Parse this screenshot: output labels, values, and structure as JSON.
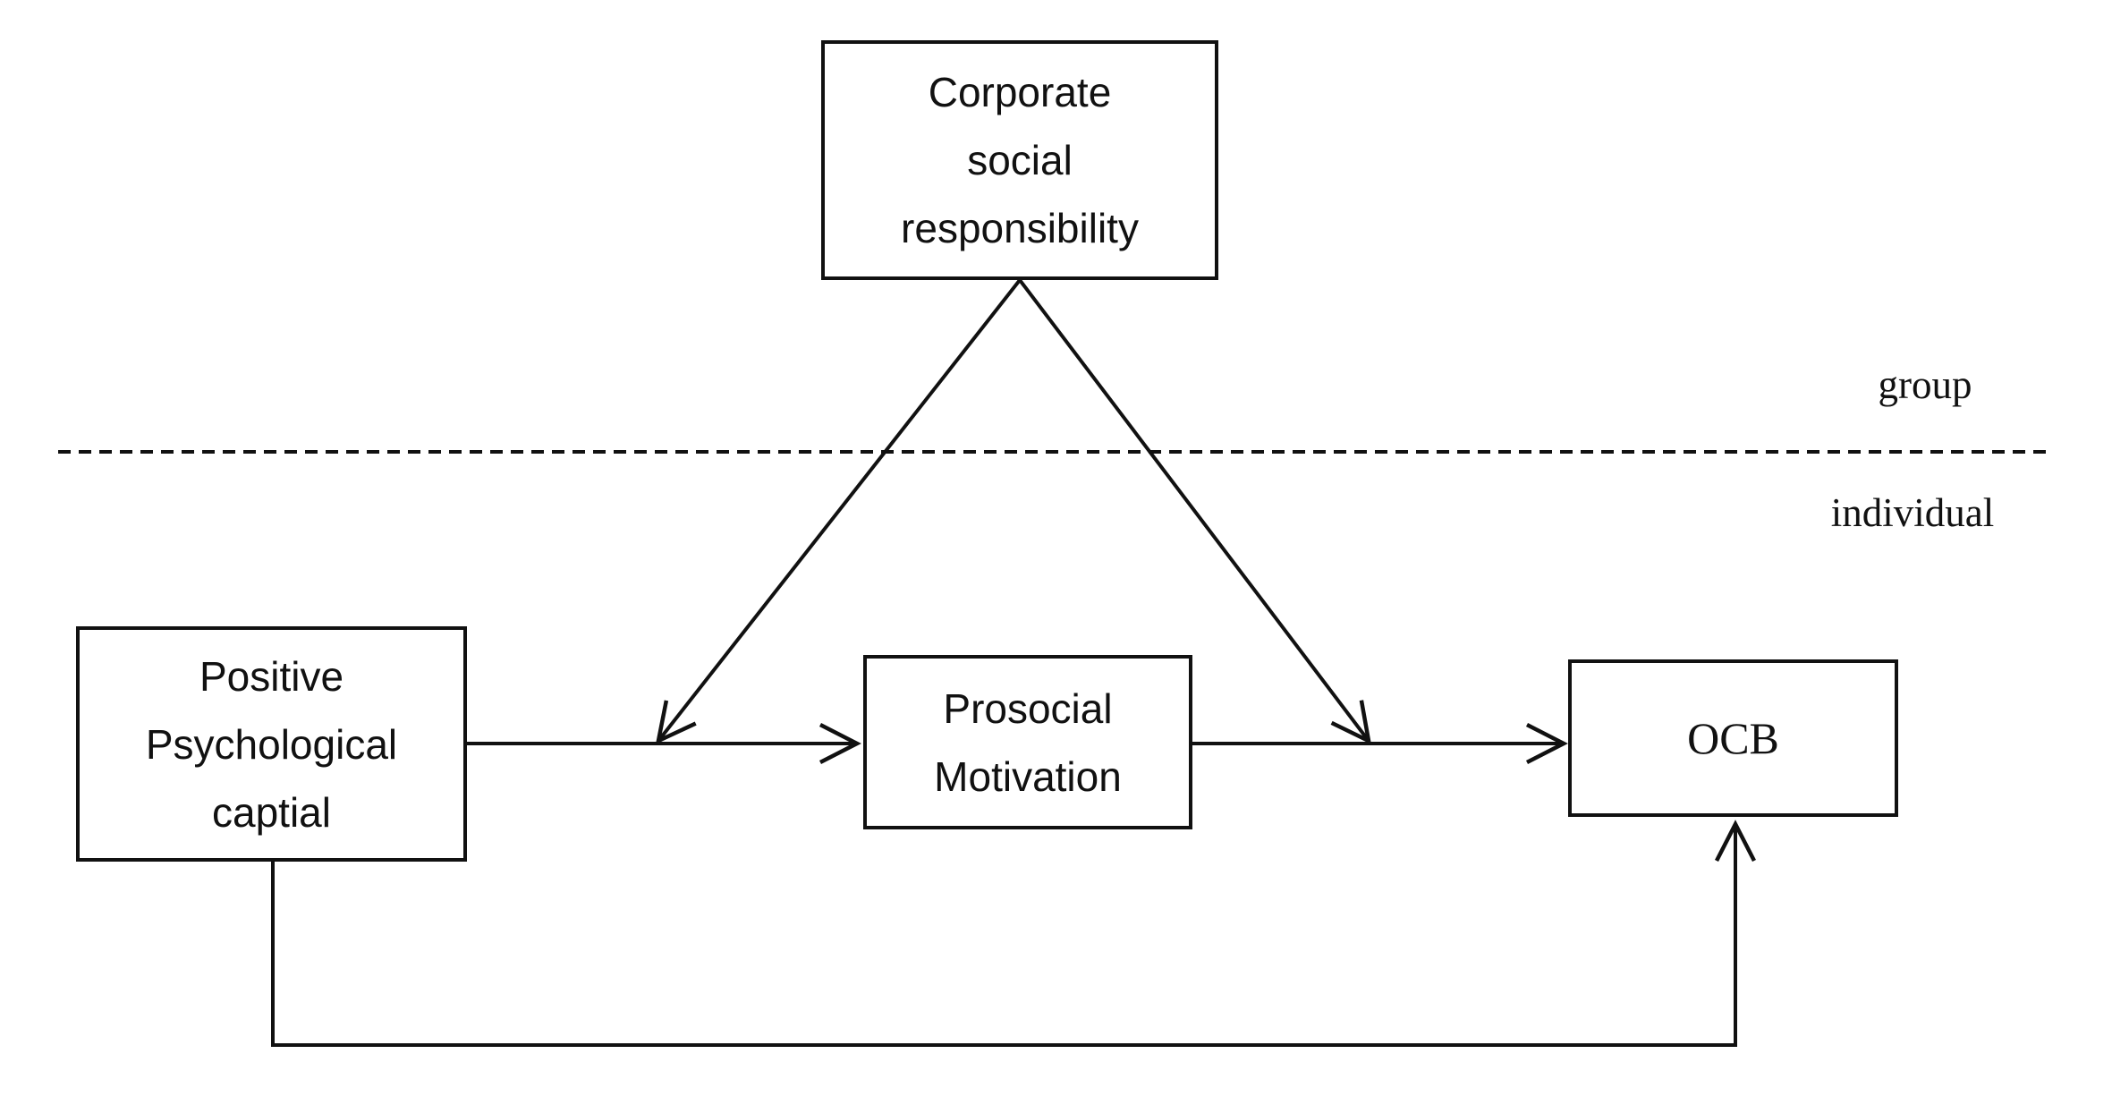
{
  "diagram": {
    "nodes": {
      "csr": {
        "label": "Corporate social responsibility",
        "lines": [
          "Corporate",
          "social",
          "responsibility"
        ]
      },
      "ppc": {
        "label": "Positive Psychological captial",
        "lines": [
          "Positive",
          "Psychological",
          "captial"
        ]
      },
      "prosocial": {
        "label": "Prosocial Motivation",
        "lines": [
          "Prosocial",
          "Motivation"
        ]
      },
      "ocb": {
        "label": "OCB",
        "lines": [
          "OCB"
        ]
      }
    },
    "level_labels": {
      "above_divider": "group",
      "below_divider": "individual"
    },
    "divider": {
      "style": "dashed",
      "separates": [
        "group",
        "individual"
      ]
    },
    "arrows": [
      {
        "from": "Positive Psychological captial",
        "to": "Prosocial Motivation",
        "style": "solid"
      },
      {
        "from": "Prosocial Motivation",
        "to": "OCB",
        "style": "solid"
      },
      {
        "from": "Corporate social responsibility",
        "to": "arrow between Positive Psychological captial and Prosocial Motivation",
        "style": "solid"
      },
      {
        "from": "Corporate social responsibility",
        "to": "arrow between Prosocial Motivation and OCB",
        "style": "solid"
      },
      {
        "from": "Positive Psychological captial",
        "to": "OCB",
        "style": "solid",
        "route": "down, right along bottom, up into OCB"
      }
    ],
    "colors": {
      "stroke": "#111111",
      "ink": "#111111",
      "background": "#ffffff"
    }
  }
}
